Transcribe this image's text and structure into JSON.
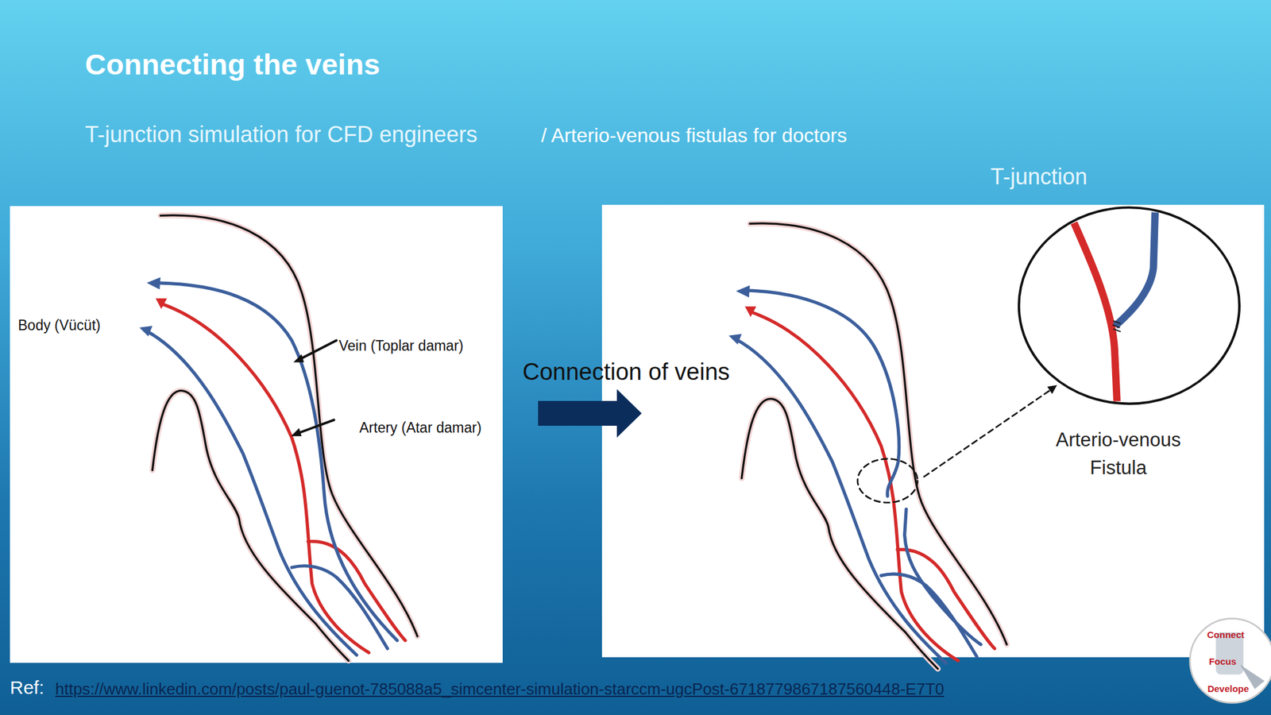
{
  "diagram": {
    "title": "Connecting the veins",
    "nodes": [
      {
        "text": [
          "Body (Vücüt)",
          "Vein (Toplar damar)",
          "Artery (Atar damar)"
        ]
      },
      {
        "text": [
          "Arterio-venous Fistula"
        ]
      },
      {
        "text": [
          "Connect",
          "Focus",
          "Develope"
        ]
      }
    ],
    "edges": [
      {
        "from": 0,
        "to": 1,
        "arrow": "to",
        "label": "Connection of veins"
      }
    ],
    "labels": [
      "T-junction simulation for CFD engineers",
      "/ Arterio-venous fistulas for doctors",
      "T-junction",
      "Ref:",
      "https://www.linkedin.com/posts/paul-guenot-785088a5_simcenter-simulation-starccm-ugcPost-6718779867187560448-E7T0"
    ]
  }
}
